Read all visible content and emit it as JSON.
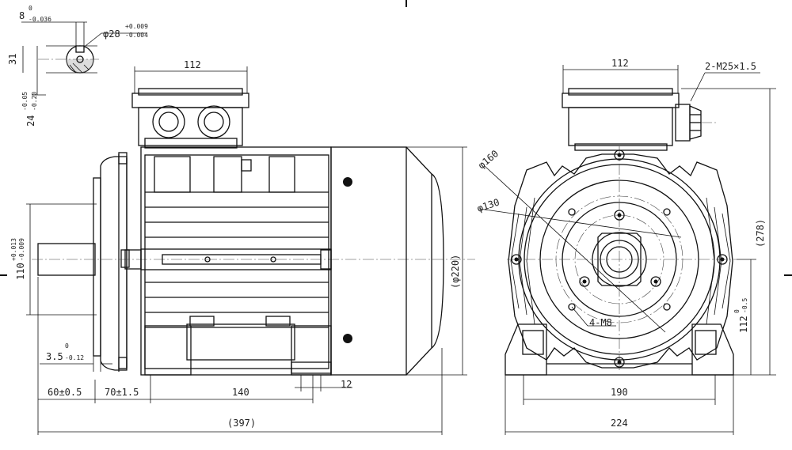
{
  "shaft_key": {
    "key_width": "8",
    "key_width_tol_upper": "0",
    "key_width_tol_lower": "-0.036",
    "shaft_dia": "φ28",
    "shaft_dia_tol_upper": "+0.009",
    "shaft_dia_tol_lower": "-0.004",
    "key_height": "31",
    "key_depth": "24",
    "key_depth_tol_upper": "-0.05",
    "key_depth_tol_lower": "-0.20"
  },
  "side_view": {
    "terminal_box_width": "112",
    "spigot_dia": "110",
    "spigot_tol_upper": "+0.013",
    "spigot_tol_lower": "-0.009",
    "flange_thickness": "3.5",
    "flange_tol_upper": "0",
    "flange_tol_lower": "-0.12",
    "shaft_length": "60±0.5",
    "shaft_shoulder": "70±1.5",
    "foot_holes_spacing": "140",
    "foot_width": "12",
    "overall_length": "(397)",
    "body_dia": "(φ220)"
  },
  "end_view": {
    "terminal_box_width": "112",
    "cable_gland": "2-M25×1.5",
    "pcd_outer": "φ160",
    "pcd_inner": "φ130",
    "face_holes": "4-M8",
    "overall_height": "(278)",
    "shaft_height": "112",
    "shaft_height_tol_upper": "0",
    "shaft_height_tol_lower": "-0.5",
    "foot_holes_spacing": "190",
    "foot_width": "224"
  }
}
